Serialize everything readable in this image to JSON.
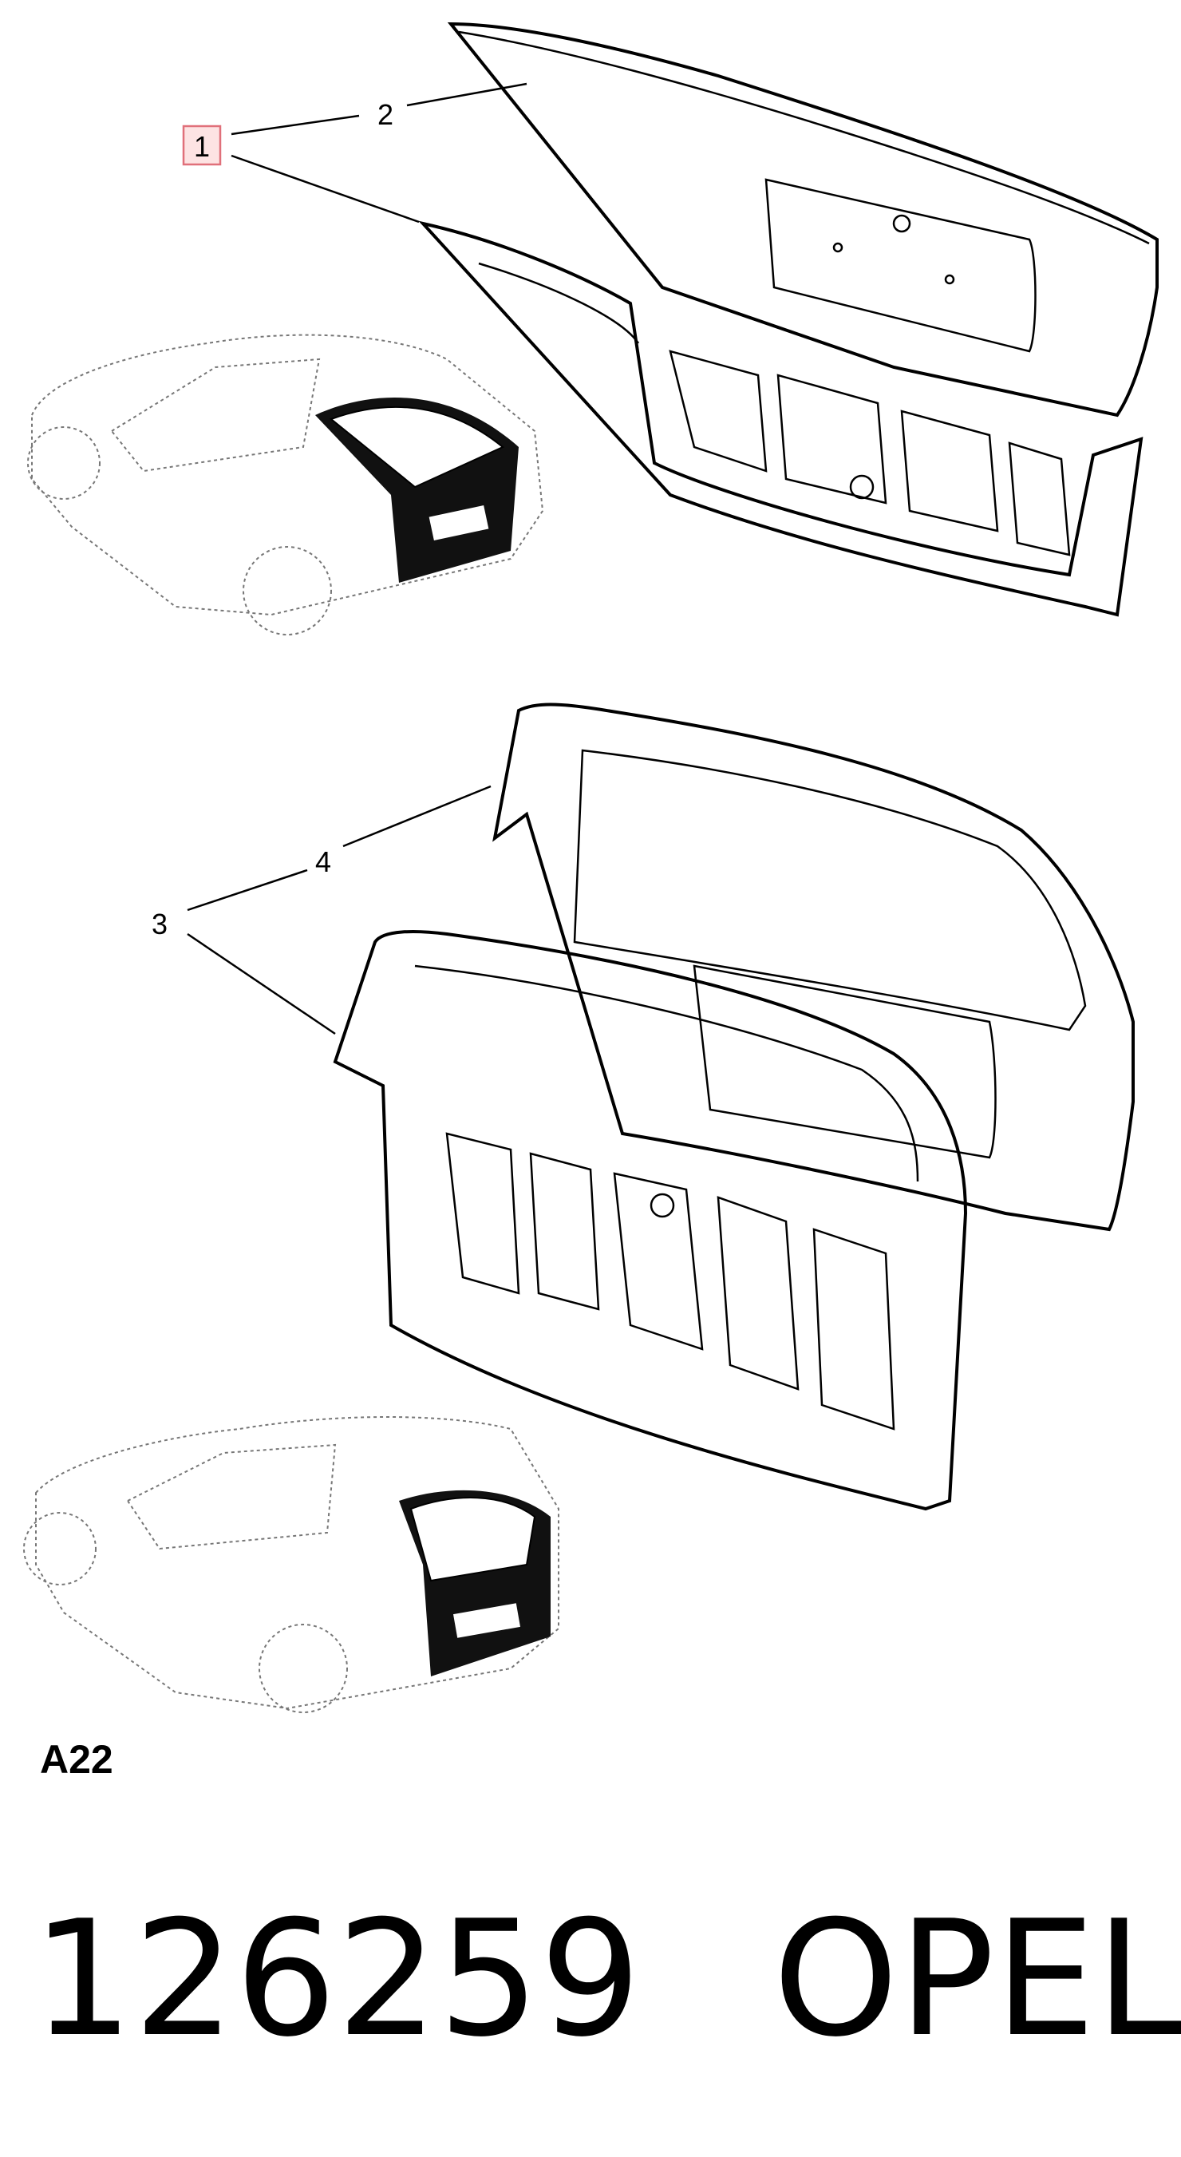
{
  "callouts": [
    {
      "id": "1",
      "highlighted": true
    },
    {
      "id": "2",
      "highlighted": false
    },
    {
      "id": "3",
      "highlighted": false
    },
    {
      "id": "4",
      "highlighted": false
    }
  ],
  "section_code": "A22",
  "part_number": "126259",
  "brand": "OPEL",
  "colors": {
    "highlight_fill": "#fde3e3",
    "highlight_stroke": "#e0707a",
    "ink": "#000000"
  }
}
